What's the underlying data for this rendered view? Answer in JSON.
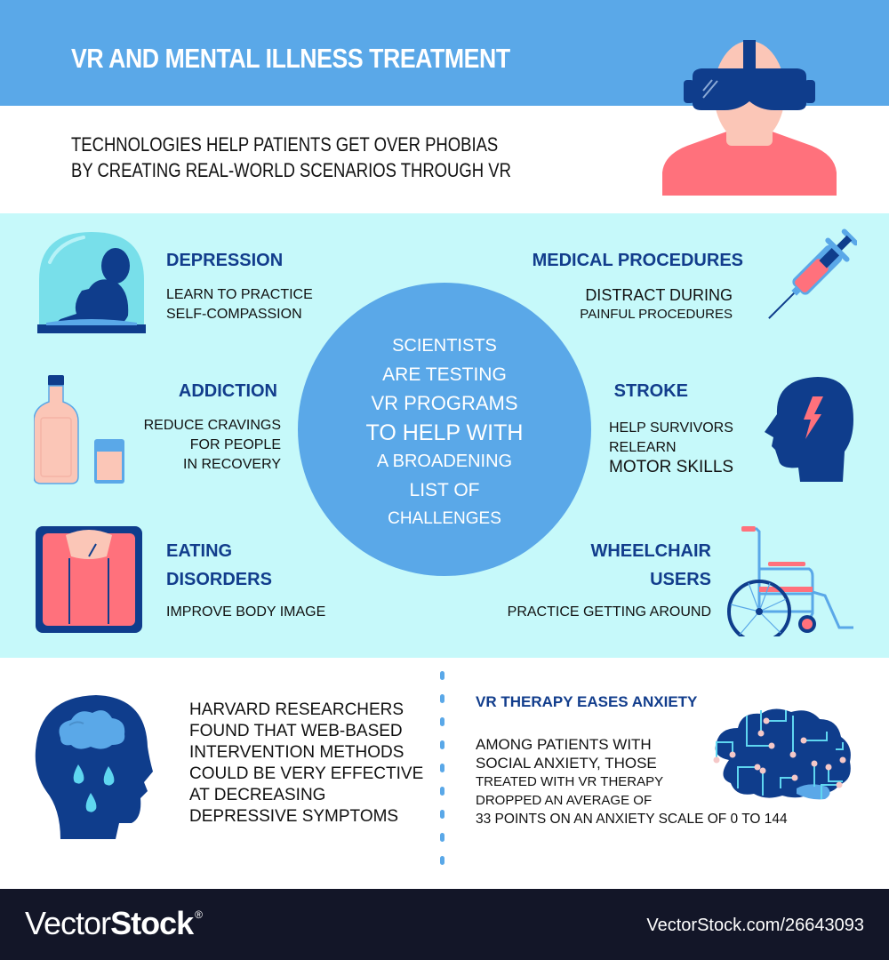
{
  "header": {
    "title": "VR AND MENTAL ILLNESS TREATMENT",
    "subtitle_lines": [
      "TECHNOLOGIES HELP PATIENTS GET OVER PHOBIAS",
      "BY CREATING REAL-WORLD SCENARIOS THROUGH VR"
    ],
    "icon": "vr-headset-person-icon"
  },
  "center": {
    "lines": [
      "SCIENTISTS",
      "ARE TESTING",
      "VR PROGRAMS",
      "TO HELP WITH",
      "A BROADENING",
      "LIST OF",
      "CHALLENGES"
    ]
  },
  "left_items": [
    {
      "title_lines": [
        "DEPRESSION"
      ],
      "desc_lines": [
        "LEARN TO PRACTICE",
        "SELF-COMPASSION"
      ],
      "icon": "person-in-glass-dome-icon"
    },
    {
      "title_lines": [
        "ADDICTION"
      ],
      "desc_lines": [
        "REDUCE CRAVINGS",
        "FOR PEOPLE",
        "IN RECOVERY"
      ],
      "icon": "bottle-and-glass-icon"
    },
    {
      "title_lines": [
        "EATING",
        "DISORDERS"
      ],
      "desc_lines": [
        "IMPROVE BODY IMAGE"
      ],
      "icon": "bathroom-scale-icon"
    }
  ],
  "right_items": [
    {
      "title_lines": [
        "MEDICAL PROCEDURES"
      ],
      "desc_lines": [
        "DISTRACT DURING",
        "PAINFUL PROCEDURES"
      ],
      "icon": "syringe-icon"
    },
    {
      "title_lines": [
        "STROKE"
      ],
      "desc_lines": [
        "HELP SURVIVORS",
        "RELEARN",
        "MOTOR SKILLS"
      ],
      "icon": "head-lightning-icon"
    },
    {
      "title_lines": [
        "WHEELCHAIR",
        "USERS"
      ],
      "desc_lines": [
        "PRACTICE GETTING AROUND"
      ],
      "icon": "wheelchair-icon"
    }
  ],
  "bottom": {
    "harvard_lines": [
      "HARVARD RESEARCHERS",
      "FOUND THAT WEB-BASED",
      "INTERVENTION METHODS",
      "COULD BE VERY EFFECTIVE",
      "AT DECREASING",
      "DEPRESSIVE SYMPTOMS"
    ],
    "anxiety_title": "VR THERAPY EASES ANXIETY",
    "anxiety_lines": [
      "AMONG PATIENTS WITH",
      "SOCIAL ANXIETY, THOSE",
      "TREATED WITH VR THERAPY",
      "DROPPED AN AVERAGE OF",
      "33 POINTS ON AN ANXIETY SCALE OF 0 TO 144"
    ],
    "icons": [
      "sad-head-rain-cloud-icon",
      "circuit-brain-icon"
    ]
  },
  "footer": {
    "logo_light": "Vector",
    "logo_bold": "Stock",
    "logo_mark": "®",
    "url": "VectorStock.com/26643093"
  },
  "colors": {
    "header_blue": "#5aa8e8",
    "cyan_bg": "#c6f9fa",
    "navy": "#123d8c",
    "coral": "#ff6f7b",
    "footer_bg": "#131628"
  }
}
